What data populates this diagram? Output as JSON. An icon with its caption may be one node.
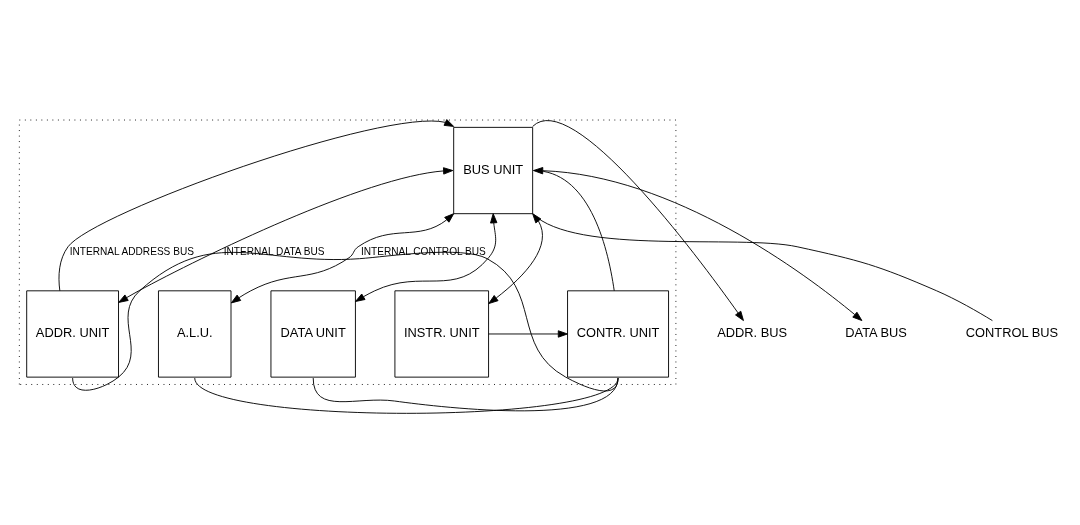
{
  "diagram": {
    "nodes": [
      {
        "text": [],
        "shape": "box"
      },
      {
        "text": [
          "BUS UNIT"
        ],
        "in": 0
      },
      {
        "text": [
          "ADDR. UNIT"
        ],
        "in": 0
      },
      {
        "text": [
          "A.L.U."
        ],
        "in": 0
      },
      {
        "text": [
          "DATA UNIT"
        ],
        "in": 0
      },
      {
        "text": [
          "INSTR. UNIT"
        ],
        "in": 0
      },
      {
        "text": [
          "CONTR. UNIT"
        ],
        "in": 0
      },
      {
        "text": [
          "ADDR. BUS"
        ]
      },
      {
        "text": [
          "DATA BUS"
        ]
      },
      {
        "text": [
          "CONTROL BUS"
        ]
      }
    ],
    "edges": [
      {
        "from": 2,
        "to": 1,
        "arrow": "to",
        "label": "INTERNAL ADDRESS BUS"
      },
      {
        "from": 2,
        "to": 1,
        "arrow": "both",
        "label": "INTERNAL DATA BUS"
      },
      {
        "from": 3,
        "to": 1,
        "arrow": "both"
      },
      {
        "from": 4,
        "to": 1,
        "arrow": "both"
      },
      {
        "from": 5,
        "to": 1,
        "arrow": "both"
      },
      {
        "from": 5,
        "to": 6,
        "arrow": "to"
      },
      {
        "from": 2,
        "to": 6,
        "arrow": "none",
        "label": "INTERNAL CONTROL BUS"
      },
      {
        "from": 3,
        "to": 6,
        "arrow": "none"
      },
      {
        "from": 4,
        "to": 6,
        "arrow": "none"
      },
      {
        "from": 6,
        "to": 1,
        "arrow": "none"
      },
      {
        "from": 1,
        "to": 7,
        "arrow": "to"
      },
      {
        "from": 1,
        "to": 8,
        "arrow": "both"
      },
      {
        "from": 1,
        "to": 9,
        "arrow": "none"
      }
    ]
  }
}
